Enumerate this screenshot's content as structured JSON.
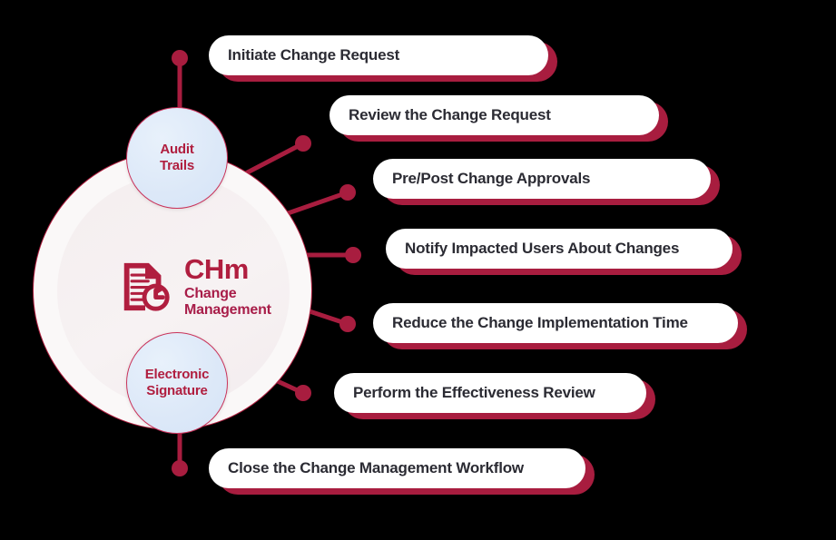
{
  "theme": {
    "background": "#000000",
    "accent_red": "#a81d3f",
    "brand_red": "#b01e3f",
    "badge_blue": "#dce8f8",
    "pill_face": "#ffffff",
    "pill_text": "#2b2b33",
    "hub_fill": "#f4eeef"
  },
  "hub": {
    "icon_name": "document-refresh-icon",
    "title": "CHm",
    "subtitle_line1": "Change",
    "subtitle_line2": "Management"
  },
  "badges": [
    {
      "id": "audit-trails",
      "line1": "Audit",
      "line2": "Trails"
    },
    {
      "id": "electronic-signature",
      "line1": "Electronic",
      "line2": "Signature"
    }
  ],
  "steps": [
    {
      "id": "initiate-change-request",
      "label": "Initiate Change Request"
    },
    {
      "id": "review-the-change-request",
      "label": "Review the Change Request"
    },
    {
      "id": "pre-post-change-approvals",
      "label": "Pre/Post Change Approvals"
    },
    {
      "id": "notify-impacted-users",
      "label": "Notify Impacted Users About Changes"
    },
    {
      "id": "reduce-implementation-time",
      "label": "Reduce the Change Implementation Time"
    },
    {
      "id": "perform-effectiveness-review",
      "label": "Perform the Effectiveness Review"
    },
    {
      "id": "close-change-management-workflow",
      "label": "Close the Change Management Workflow"
    }
  ]
}
